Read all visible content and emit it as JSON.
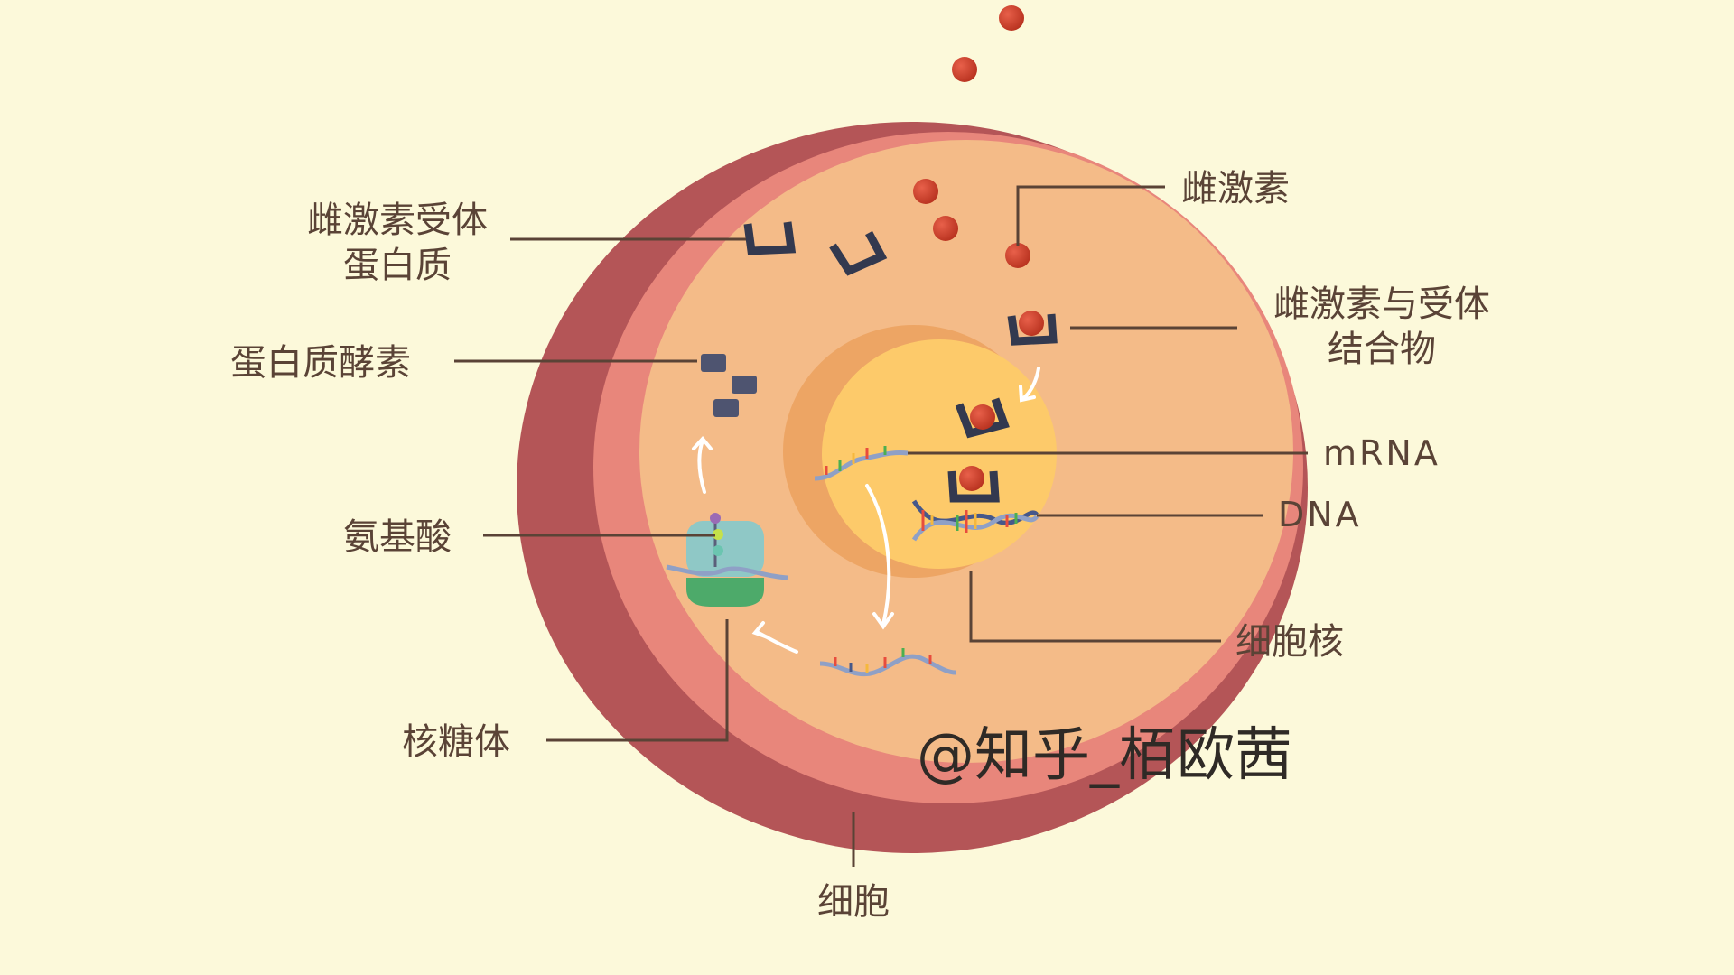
{
  "labels": {
    "hormone": "雌激素",
    "receptor_line1": "雌激素受体",
    "receptor_line2": "蛋白质",
    "complex_line1": "雌激素与受体",
    "complex_line2": "结合物",
    "enzyme": "蛋白质酵素",
    "mrna": "mRNA",
    "dna": "DNA",
    "amino_acid": "氨基酸",
    "nucleus": "细胞核",
    "ribosome": "核糖体",
    "cell": "细胞"
  },
  "watermark": "@知乎_栢欧茜",
  "colors": {
    "background": "#fcf9da",
    "membrane_outer": "#b45557",
    "membrane_inner": "#e8867b",
    "cytoplasm": "#f4bb88",
    "nucleus_shadow": "#eda564",
    "nucleus": "#fdca6a",
    "hormone": "#c8402a",
    "receptor": "#33394f"
  }
}
